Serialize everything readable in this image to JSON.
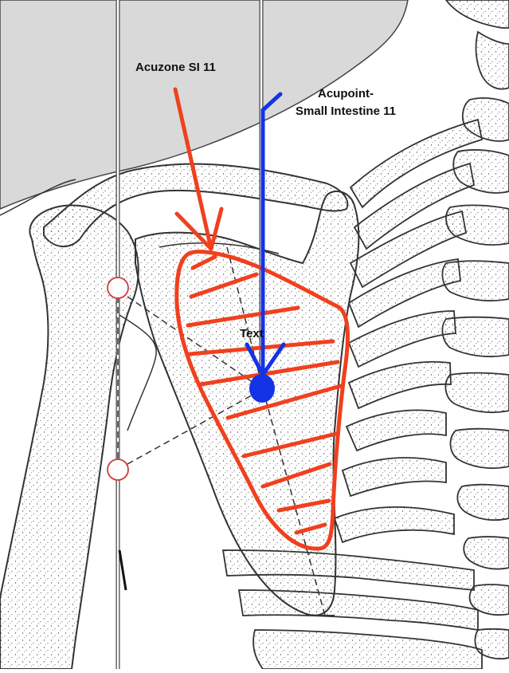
{
  "labels": {
    "acuzone": "Acuzone SI 11",
    "acupoint_line1": "Acupoint-",
    "acupoint_line2": "Small Intestine 11",
    "marker": "Text"
  },
  "colors": {
    "acuzone_red": "#f0401e",
    "acupoint_blue": "#1432e6",
    "bone_outline": "#3a3a3a",
    "background_gray": "#d9d9d9",
    "reference_circle": "#d23c3c"
  },
  "icons": {
    "acuzone_arrow": "red-arrow-icon",
    "acupoint_arrow": "blue-arrow-icon",
    "acupoint_dot": "acupoint-dot-icon"
  }
}
